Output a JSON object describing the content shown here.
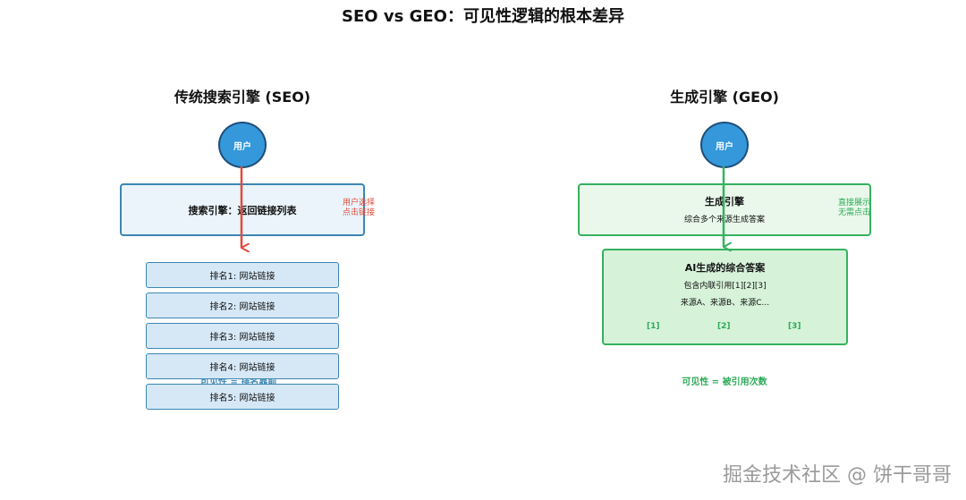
{
  "title": "SEO vs GEO：可见性逻辑的根本差异",
  "seo": {
    "heading": "传统搜索引擎 (SEO)",
    "user_label": "用户",
    "engine_label": "搜索引擎：返回链接列表",
    "side_note_line1": "用户选择",
    "side_note_line2": "点击链接",
    "rankings": [
      "排名1: 网站链接",
      "排名2: 网站链接",
      "排名3: 网站链接",
      "排名4: 网站链接",
      "排名5: 网站链接"
    ],
    "visibility_rule": "可见性 = 排名靠前"
  },
  "geo": {
    "heading": "生成引擎 (GEO)",
    "user_label": "用户",
    "engine_title": "生成引擎",
    "engine_subtitle": "综合多个来源生成答案",
    "side_note_line1": "直接展示",
    "side_note_line2": "无需点击",
    "answer_title": "AI生成的综合答案",
    "answer_line1": "包含内联引用[1][2][3]",
    "answer_line2": "来源A、来源B、来源C...",
    "citations": [
      "[1]",
      "[2]",
      "[3]"
    ],
    "visibility_rule": "可见性 = 被引用次数"
  },
  "colors": {
    "seo_arrow": "#e04b3c",
    "geo_arrow": "#35b25f",
    "user_node": "#3498db"
  },
  "watermark": "掘金技术社区 @ 饼干哥哥"
}
